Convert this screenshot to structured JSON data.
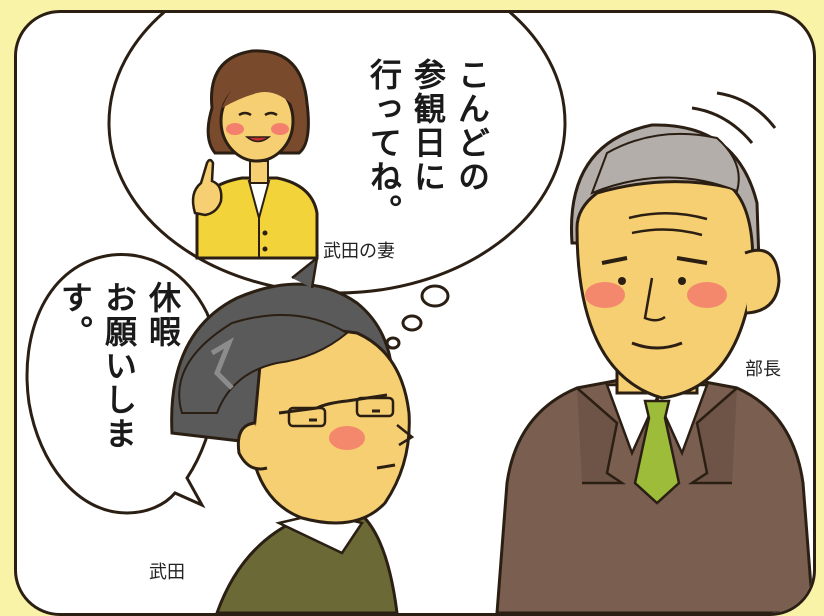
{
  "bubbles": {
    "wife_speech_line1": "こんどの",
    "wife_speech_line2": "参観日に",
    "wife_speech_line3": "行ってね。",
    "takeda_speech_line1": "休暇",
    "takeda_speech_line2": "お願いします。"
  },
  "labels": {
    "wife": "武田の妻",
    "boss": "部長",
    "takeda": "武田"
  },
  "colors": {
    "background": "#f9f3a8",
    "outline": "#2b1f14",
    "skin": "#f6cf72",
    "blush": "#f26a6a",
    "wife_jacket": "#f2d43a",
    "suit_boss": "#7a5e50",
    "suit_takeda": "#6b6a36",
    "tie": "#9cbc3a",
    "hair_boss": "#b3aeaa",
    "hair_takeda": "#5a5a5a",
    "hair_wife": "#7a4a2c"
  }
}
